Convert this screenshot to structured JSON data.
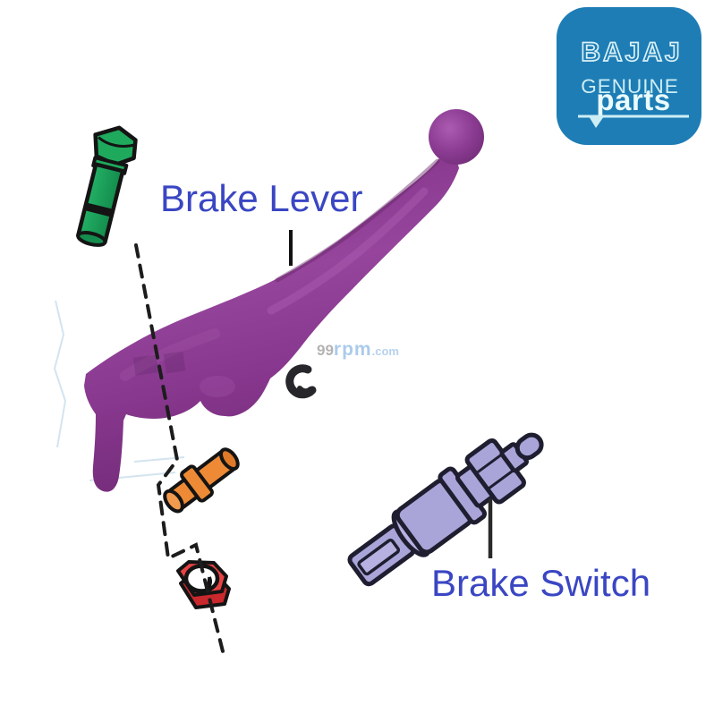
{
  "labels": {
    "brake_lever": "Brake Lever",
    "brake_switch": "Brake Switch",
    "label_color": "#3a46c3"
  },
  "watermark": {
    "prefix": "99",
    "brand": "rpm",
    "suffix": ".com"
  },
  "logo": {
    "brand": "BAJAJ",
    "line2": "GENUINE",
    "line3": "parts",
    "background": "#1e7db5",
    "text_color": "#d9f1f7"
  },
  "parts": [
    {
      "name": "pivot-bolt",
      "color": "#1aa156"
    },
    {
      "name": "brake-lever",
      "color": "#8a3b91"
    },
    {
      "name": "e-clip",
      "color": "#26262b"
    },
    {
      "name": "pivot-pin-bushing",
      "color": "#ee8a35"
    },
    {
      "name": "hex-nut",
      "color": "#e23636"
    },
    {
      "name": "brake-switch",
      "color": "#a9a5d9"
    }
  ]
}
